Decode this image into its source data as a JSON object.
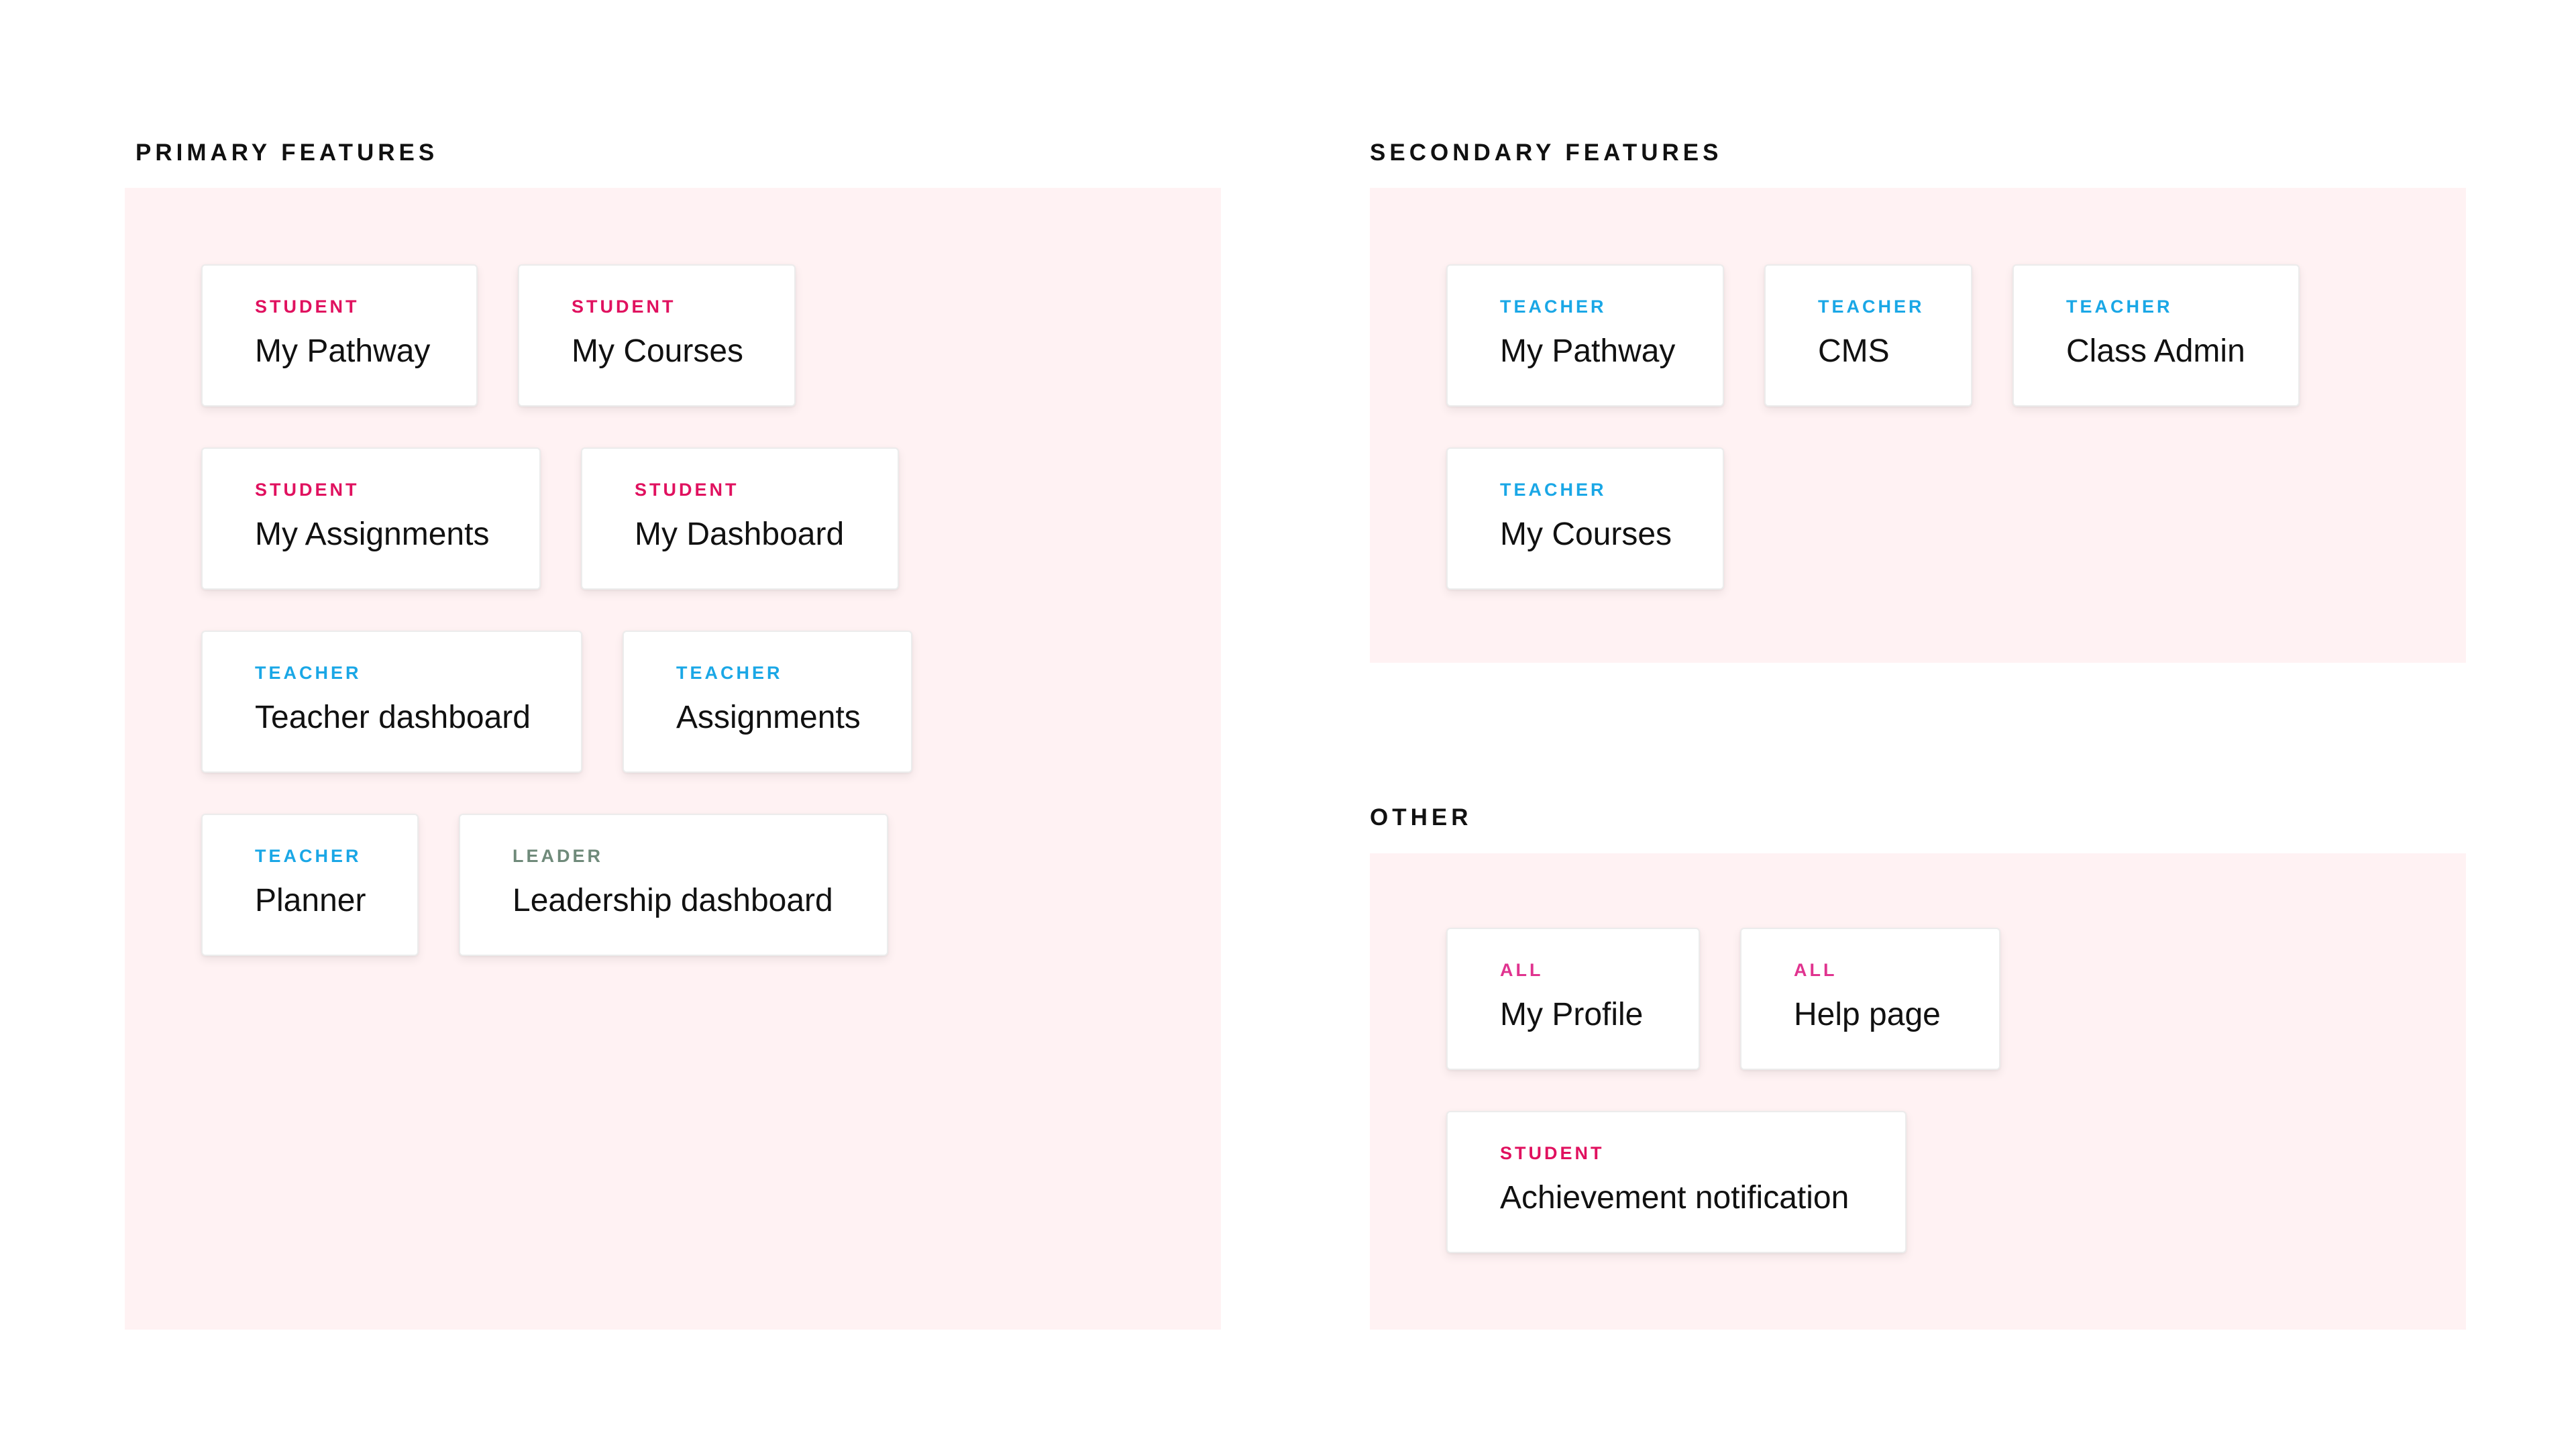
{
  "colors": {
    "panel_bg": "#fff2f3",
    "student": "#e0115f",
    "teacher": "#1aa7e6",
    "leader": "#6f8a7a",
    "all": "#e0338f"
  },
  "sections": {
    "primary": {
      "title": "PRIMARY FEATURES",
      "cards": [
        {
          "role": "STUDENT",
          "name": "My Pathway"
        },
        {
          "role": "STUDENT",
          "name": "My Courses"
        },
        {
          "role": "STUDENT",
          "name": "My Assignments"
        },
        {
          "role": "STUDENT",
          "name": "My Dashboard"
        },
        {
          "role": "TEACHER",
          "name": "Teacher dashboard"
        },
        {
          "role": "TEACHER",
          "name": "Assignments"
        },
        {
          "role": "TEACHER",
          "name": "Planner"
        },
        {
          "role": "LEADER",
          "name": "Leadership dashboard"
        }
      ]
    },
    "secondary": {
      "title": "SECONDARY FEATURES",
      "cards": [
        {
          "role": "TEACHER",
          "name": "My Pathway"
        },
        {
          "role": "TEACHER",
          "name": "CMS"
        },
        {
          "role": "TEACHER",
          "name": "Class Admin"
        },
        {
          "role": "TEACHER",
          "name": "My Courses"
        }
      ]
    },
    "other": {
      "title": "OTHER",
      "cards": [
        {
          "role": "ALL",
          "name": "My Profile"
        },
        {
          "role": "ALL",
          "name": "Help page"
        },
        {
          "role": "STUDENT",
          "name": "Achievement notification"
        }
      ]
    }
  }
}
